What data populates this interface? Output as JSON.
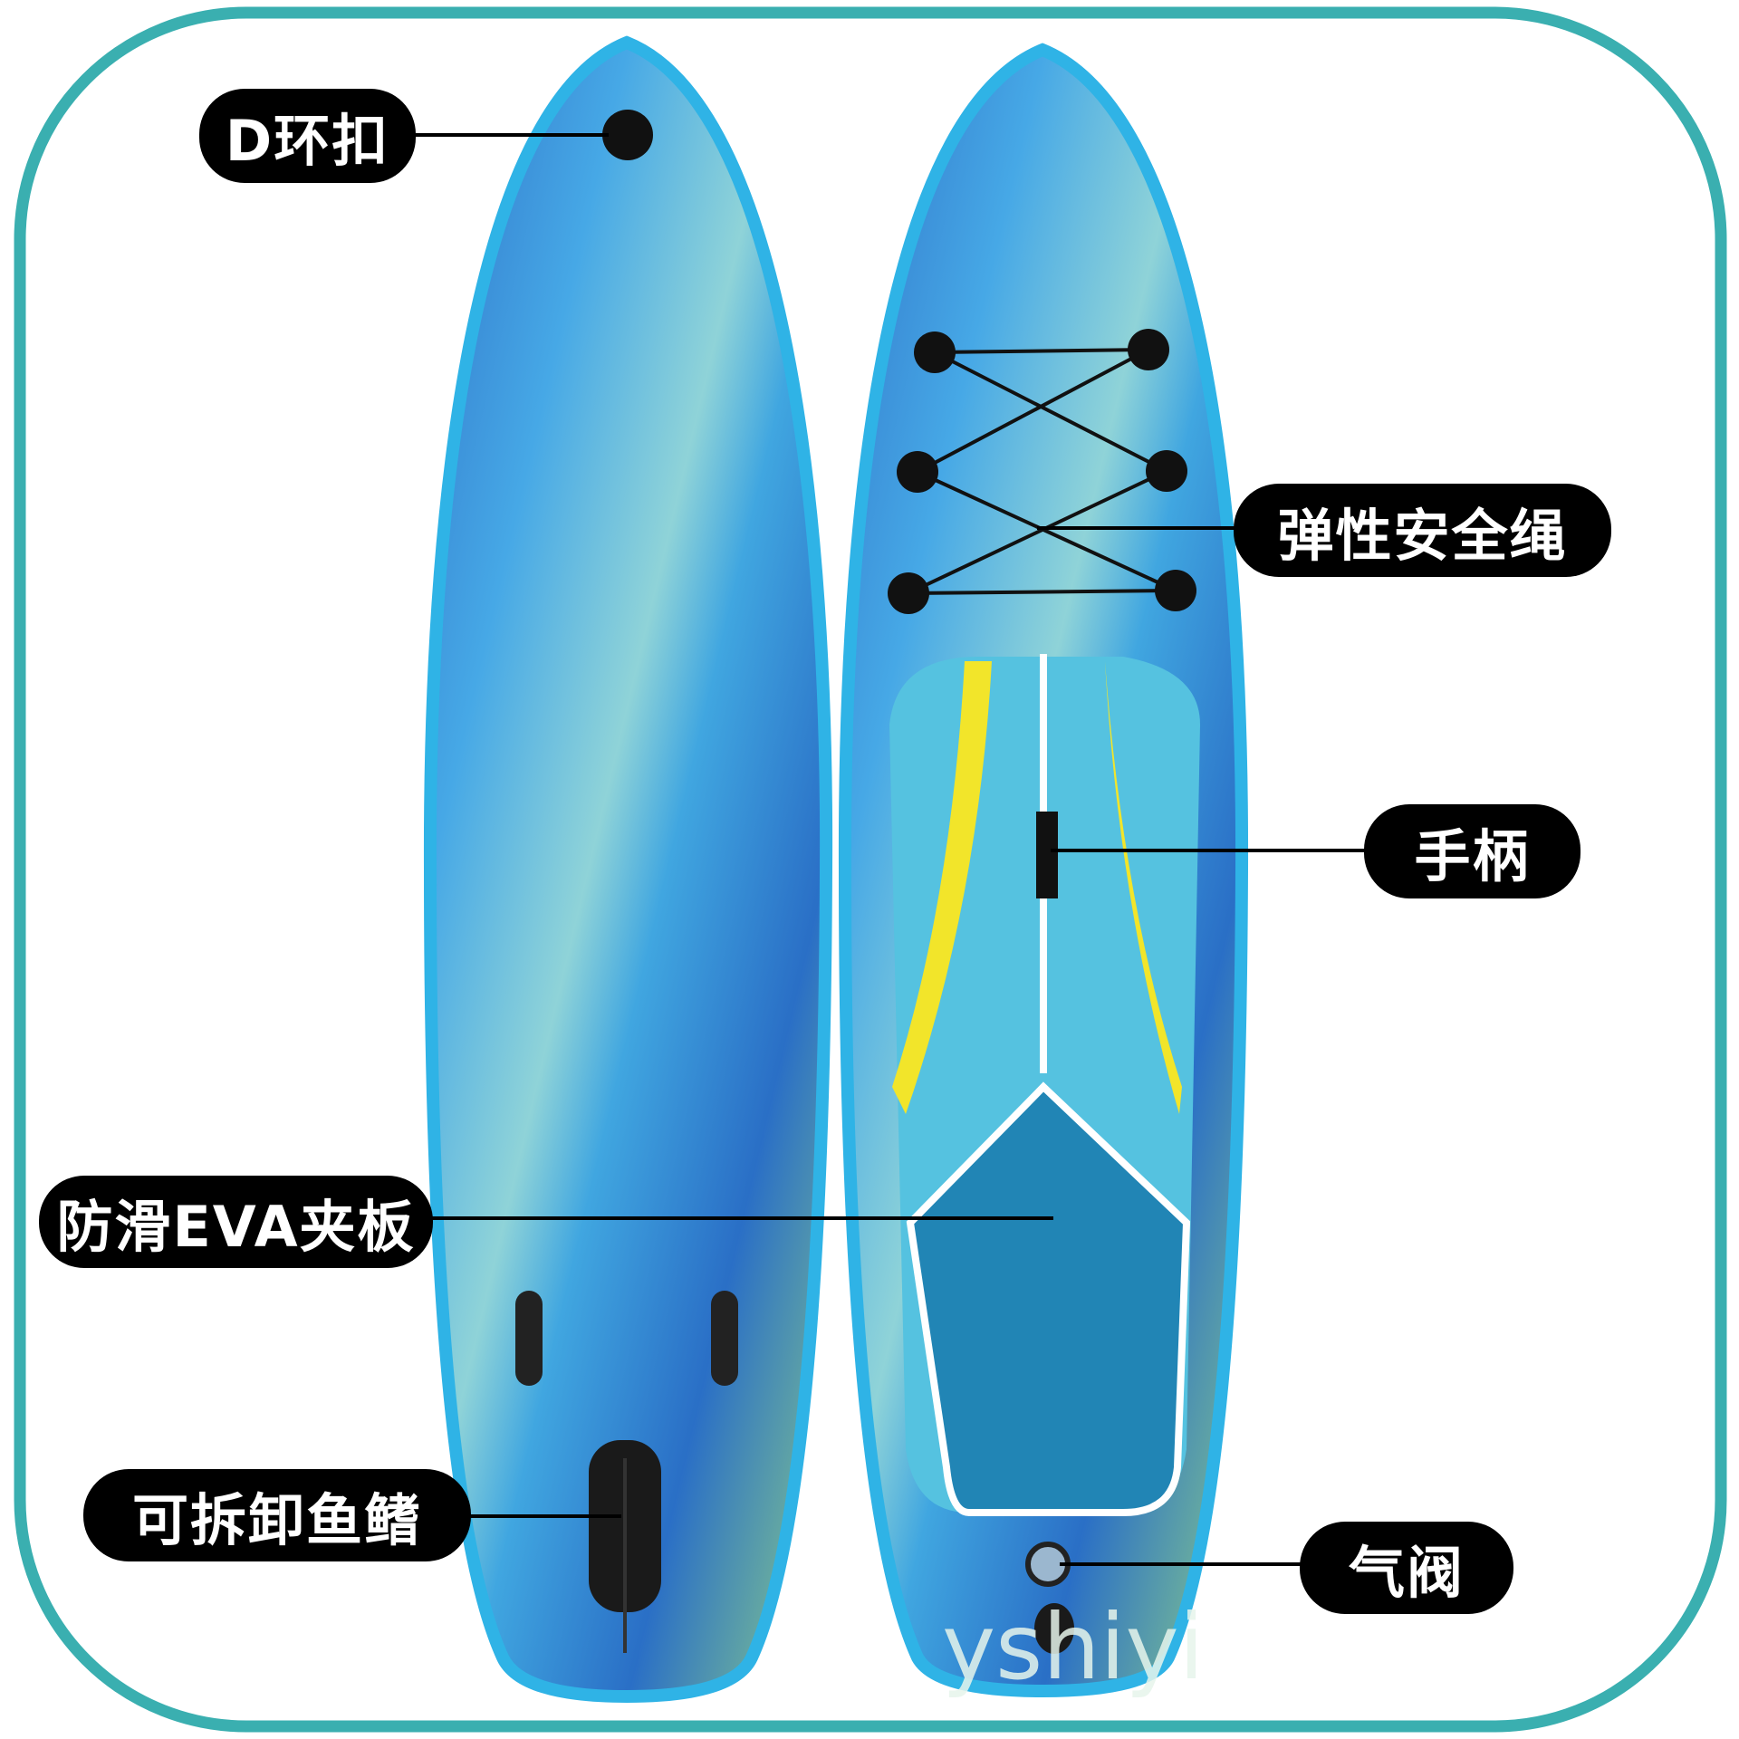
{
  "labels": {
    "d_ring": "D环扣",
    "bungee": "弹性安全绳",
    "handle": "手柄",
    "eva_pad": "防滑EVA夹板",
    "fin": "可拆卸鱼鳍",
    "valve": "气阀"
  },
  "watermark": "yshiyi",
  "colors": {
    "frame": "#3aafb0",
    "board_edge": "#2fb3e6",
    "deck_pad": "#55c2e0",
    "tail_pad": "#2185b5",
    "stripe": "#f2e52a"
  }
}
